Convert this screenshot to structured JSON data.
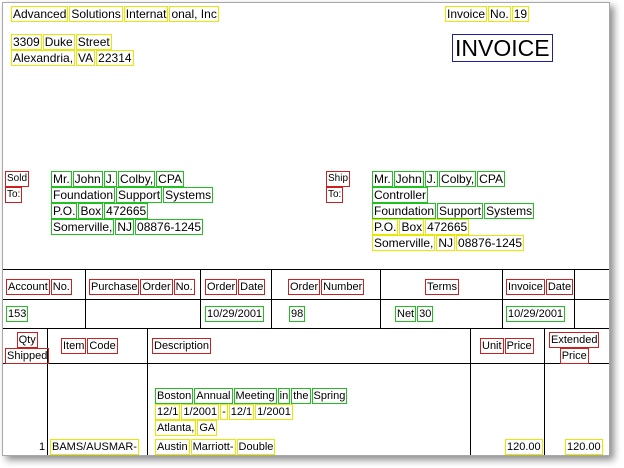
{
  "company": {
    "name_words": [
      "Advanced",
      "Solutions",
      "Internat",
      "onal, Inc"
    ],
    "street_words": [
      "3309",
      "Duke",
      "Street"
    ],
    "city_words": [
      "Alexandria,",
      "VA",
      "22314"
    ]
  },
  "invoice_number": {
    "label_words": [
      "Invoice",
      "No."
    ],
    "value": "19"
  },
  "title": "INVOICE",
  "sold_to": {
    "label_words": [
      "Sold",
      "To:"
    ],
    "lines": [
      [
        "Mr.",
        "John",
        "J.",
        "Colby,",
        "CPA"
      ],
      [
        "Foundation",
        "Support",
        "Systems"
      ],
      [
        "P.O.",
        "Box",
        "472665"
      ],
      [
        "Somerville,",
        "NJ",
        "08876-1245"
      ]
    ]
  },
  "ship_to": {
    "label_words": [
      "Ship",
      "To:"
    ],
    "lines": [
      [
        "Mr.",
        "John",
        "J.",
        "Colby,",
        "CPA"
      ],
      [
        "Controller"
      ],
      [
        "Foundation",
        "Support",
        "Systems"
      ],
      [
        "P.O.",
        "Box",
        "472665"
      ],
      [
        "Somerville,",
        "NJ",
        "08876-1245"
      ]
    ]
  },
  "order_header": {
    "columns": [
      [
        "Account",
        "No."
      ],
      [
        "Purchase",
        "Order",
        "No."
      ],
      [
        "Order",
        "Date"
      ],
      [
        "Order",
        "Number"
      ],
      [
        "Terms"
      ],
      [
        "Invoice",
        "Date"
      ]
    ],
    "values": [
      [
        "153"
      ],
      [],
      [
        "10/29/2001"
      ],
      [
        "98"
      ],
      [
        "Net",
        "30"
      ],
      [
        "10/29/2001"
      ]
    ]
  },
  "items_header": {
    "qty": [
      "Qty",
      "Shipped"
    ],
    "item_code": [
      "Item",
      "Code"
    ],
    "description": [
      "Description"
    ],
    "unit_price": [
      "Unit",
      "Price"
    ],
    "extended": [
      "Extended",
      "Price"
    ]
  },
  "event": {
    "line1": [
      "Boston",
      "Annual",
      "Meeting",
      "in",
      "the",
      "Spring"
    ],
    "line2": [
      "12/1",
      "1/2001",
      "-",
      "12/1",
      "1/2001"
    ],
    "line3": [
      "Atlanta,",
      "GA"
    ]
  },
  "row": {
    "qty": "1",
    "item_code": "BAMS/AUSMAR-",
    "description": [
      "Austin",
      "Marriott-",
      "Double"
    ],
    "unit_price": "120.00",
    "extended_price": "120.00"
  },
  "colors": {
    "yellow": "#e8e800",
    "green": "#1fc01f",
    "red": "#cc2020",
    "blue": "#2020a0"
  }
}
